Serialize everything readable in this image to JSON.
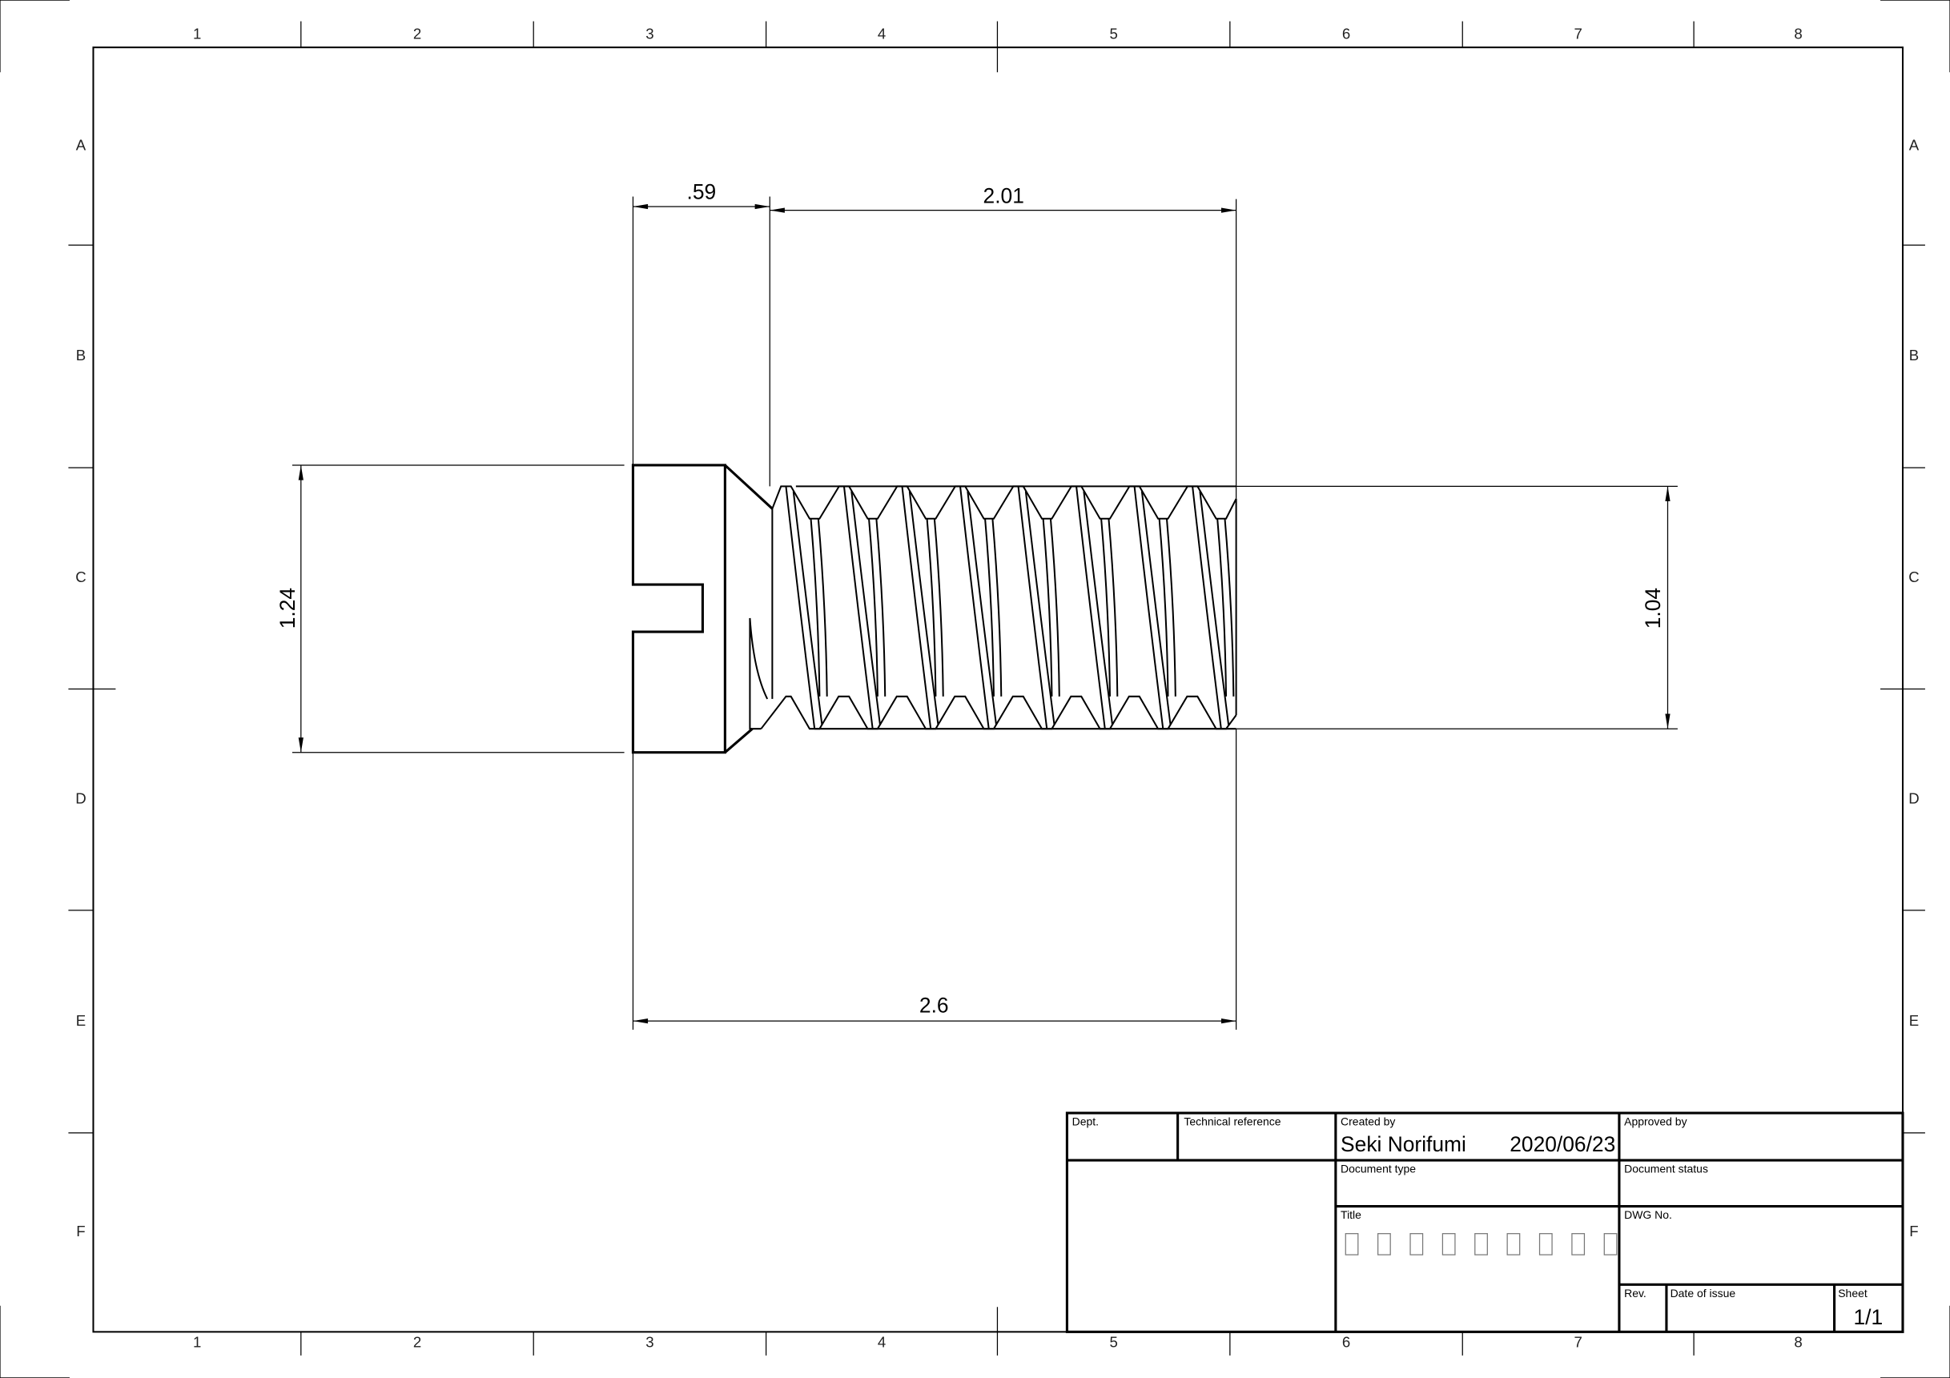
{
  "sheet_border": {
    "columns": [
      "1",
      "2",
      "3",
      "4",
      "5",
      "6",
      "7",
      "8"
    ],
    "rows": [
      "A",
      "B",
      "C",
      "D",
      "E",
      "F"
    ]
  },
  "dimensions": {
    "head_length": ".59",
    "thread_length": "2.01",
    "overall_length": "2.6",
    "head_diameter": "1.24",
    "thread_diameter": "1.04"
  },
  "title_block": {
    "dept_label": "Dept.",
    "technical_reference_label": "Technical reference",
    "created_by_label": "Created by",
    "created_by_name": "Seki Norifumi",
    "created_date": "2020/06/23",
    "approved_by_label": "Approved by",
    "document_type_label": "Document type",
    "document_status_label": "Document status",
    "title_label": "Title",
    "title_placeholder_count": 9,
    "dwg_no_label": "DWG No.",
    "rev_label": "Rev.",
    "date_of_issue_label": "Date of issue",
    "sheet_label": "Sheet",
    "sheet_value": "1/1"
  }
}
